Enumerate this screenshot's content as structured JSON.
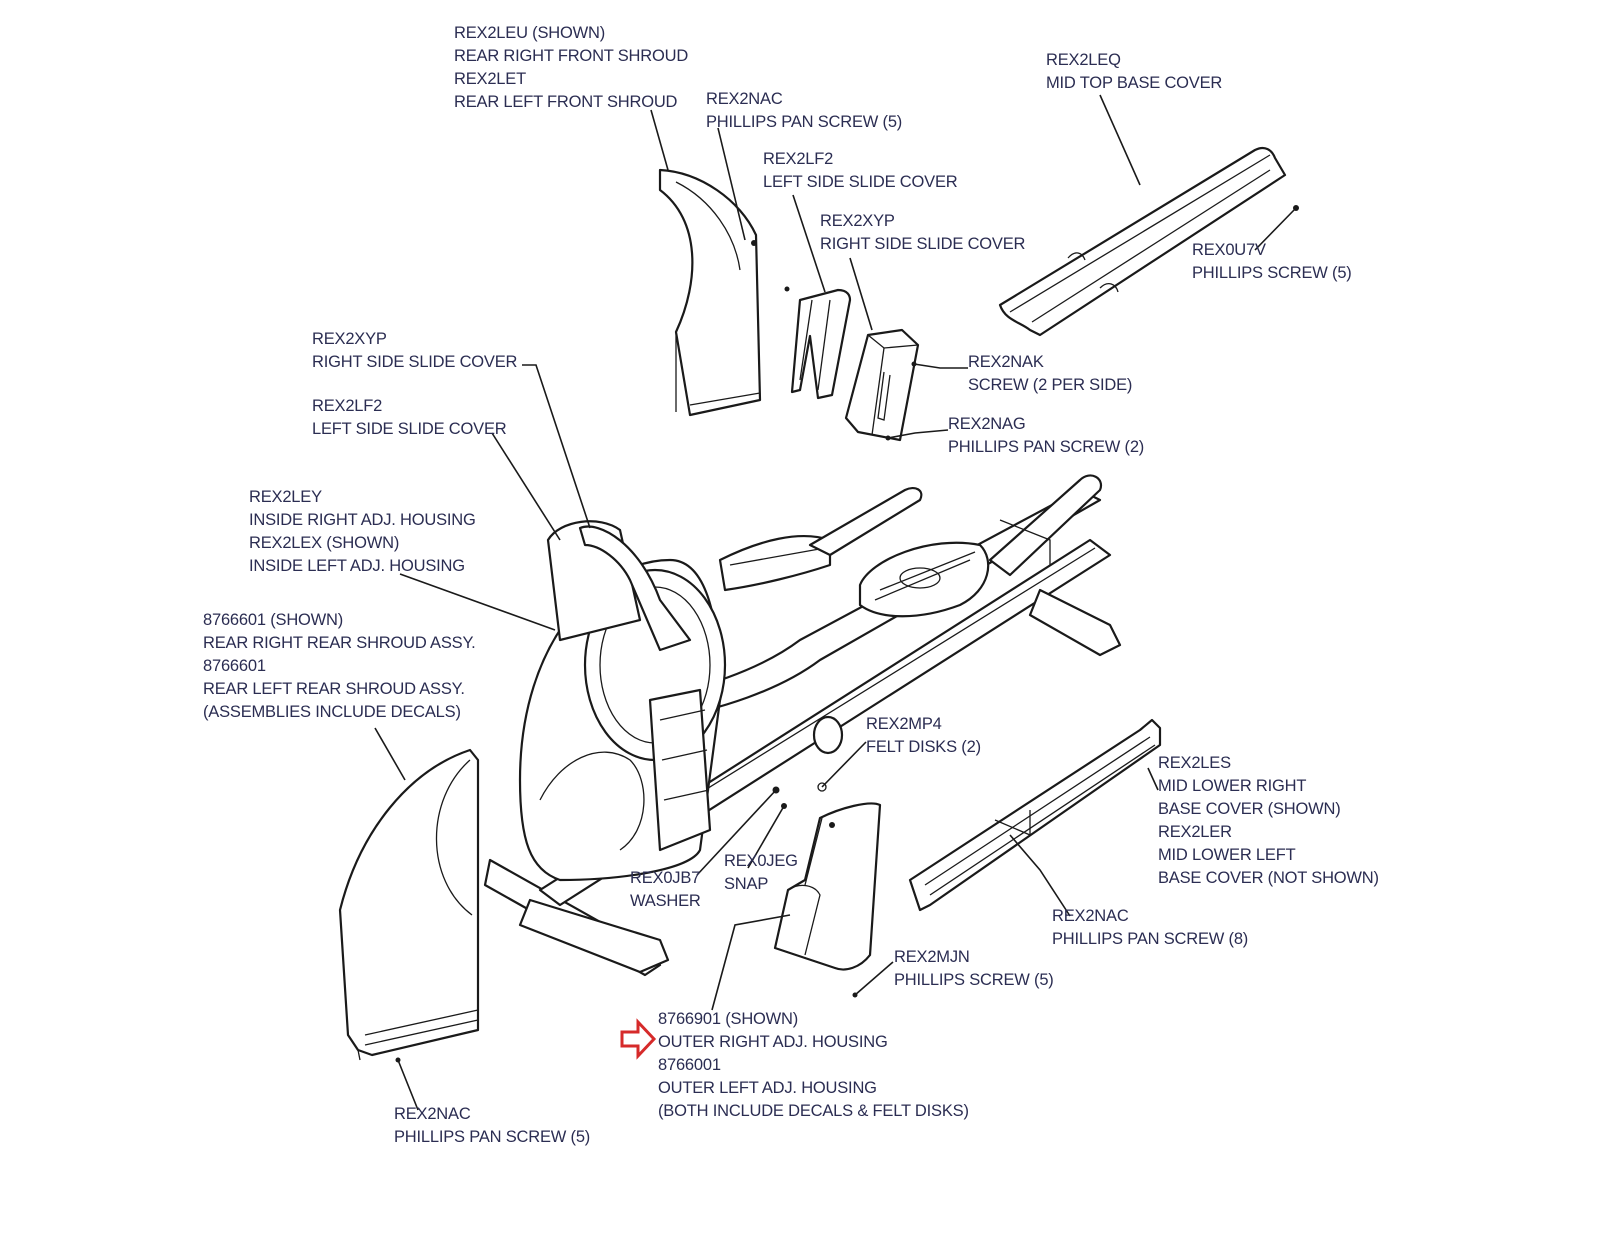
{
  "diagram": {
    "title": "Elliptical trainer exploded parts diagram",
    "text_color": "#2b2d52",
    "highlight_color": "#d62a2a",
    "callouts": [
      {
        "id": "front-shroud",
        "lines": [
          "REX2LEU (SHOWN)",
          "REAR RIGHT FRONT SHROUD",
          "REX2LET",
          "REAR LEFT FRONT SHROUD"
        ]
      },
      {
        "id": "front-shroud-screw",
        "lines": [
          "REX2NAC",
          "PHILLIPS PAN SCREW (5)"
        ]
      },
      {
        "id": "mid-top-base-cover",
        "lines": [
          "REX2LEQ",
          "MID TOP BASE COVER"
        ]
      },
      {
        "id": "left-slide-cover-top",
        "lines": [
          "REX2LF2",
          "LEFT SIDE SLIDE COVER"
        ]
      },
      {
        "id": "right-slide-cover-top",
        "lines": [
          "REX2XYP",
          "RIGHT SIDE SLIDE COVER"
        ]
      },
      {
        "id": "base-cover-screw",
        "lines": [
          "REX0U7V",
          "PHILLIPS SCREW (5)"
        ]
      },
      {
        "id": "slide-screw",
        "lines": [
          "REX2NAK",
          "SCREW (2 PER SIDE)"
        ]
      },
      {
        "id": "slide-pan-screw",
        "lines": [
          "REX2NAG",
          "PHILLIPS PAN SCREW (2)"
        ]
      },
      {
        "id": "right-slide-cover-left",
        "lines": [
          "REX2XYP",
          "RIGHT SIDE SLIDE COVER"
        ]
      },
      {
        "id": "left-slide-cover-left",
        "lines": [
          "REX2LF2",
          "LEFT SIDE SLIDE COVER"
        ]
      },
      {
        "id": "inside-adj-housing",
        "lines": [
          "REX2LEY",
          "INSIDE RIGHT ADJ. HOUSING",
          "REX2LEX (SHOWN)",
          "INSIDE LEFT ADJ. HOUSING"
        ]
      },
      {
        "id": "rear-shroud-assy",
        "lines": [
          "8766601 (SHOWN)",
          "REAR RIGHT REAR SHROUD ASSY.",
          "8766601",
          "REAR LEFT REAR SHROUD ASSY.",
          "(ASSEMBLIES INCLUDE DECALS)"
        ]
      },
      {
        "id": "felt-disks",
        "lines": [
          "REX2MP4",
          "FELT DISKS (2)"
        ]
      },
      {
        "id": "mid-lower-base-cover",
        "lines": [
          "REX2LES",
          "MID LOWER RIGHT",
          "BASE COVER (SHOWN)",
          "REX2LER",
          "MID LOWER LEFT",
          "BASE COVER (NOT SHOWN)"
        ]
      },
      {
        "id": "snap",
        "lines": [
          "REX0JEG",
          "SNAP"
        ]
      },
      {
        "id": "washer",
        "lines": [
          "REX0JB7",
          "WASHER"
        ]
      },
      {
        "id": "lower-base-screw",
        "lines": [
          "REX2NAC",
          "PHILLIPS PAN SCREW (8)"
        ]
      },
      {
        "id": "outer-housing-screw",
        "lines": [
          "REX2MJN",
          "PHILLIPS SCREW (5)"
        ]
      },
      {
        "id": "outer-adj-housing",
        "lines": [
          "8766901 (SHOWN)",
          "OUTER RIGHT ADJ. HOUSING",
          "8766001",
          "OUTER LEFT ADJ. HOUSING",
          "(BOTH INCLUDE DECALS & FELT DISKS)"
        ]
      },
      {
        "id": "rear-shroud-screw",
        "lines": [
          "REX2NAC",
          "PHILLIPS PAN SCREW (5)"
        ]
      }
    ],
    "highlighted_callout": "outer-adj-housing",
    "highlight_icon": "right-arrow-icon"
  }
}
